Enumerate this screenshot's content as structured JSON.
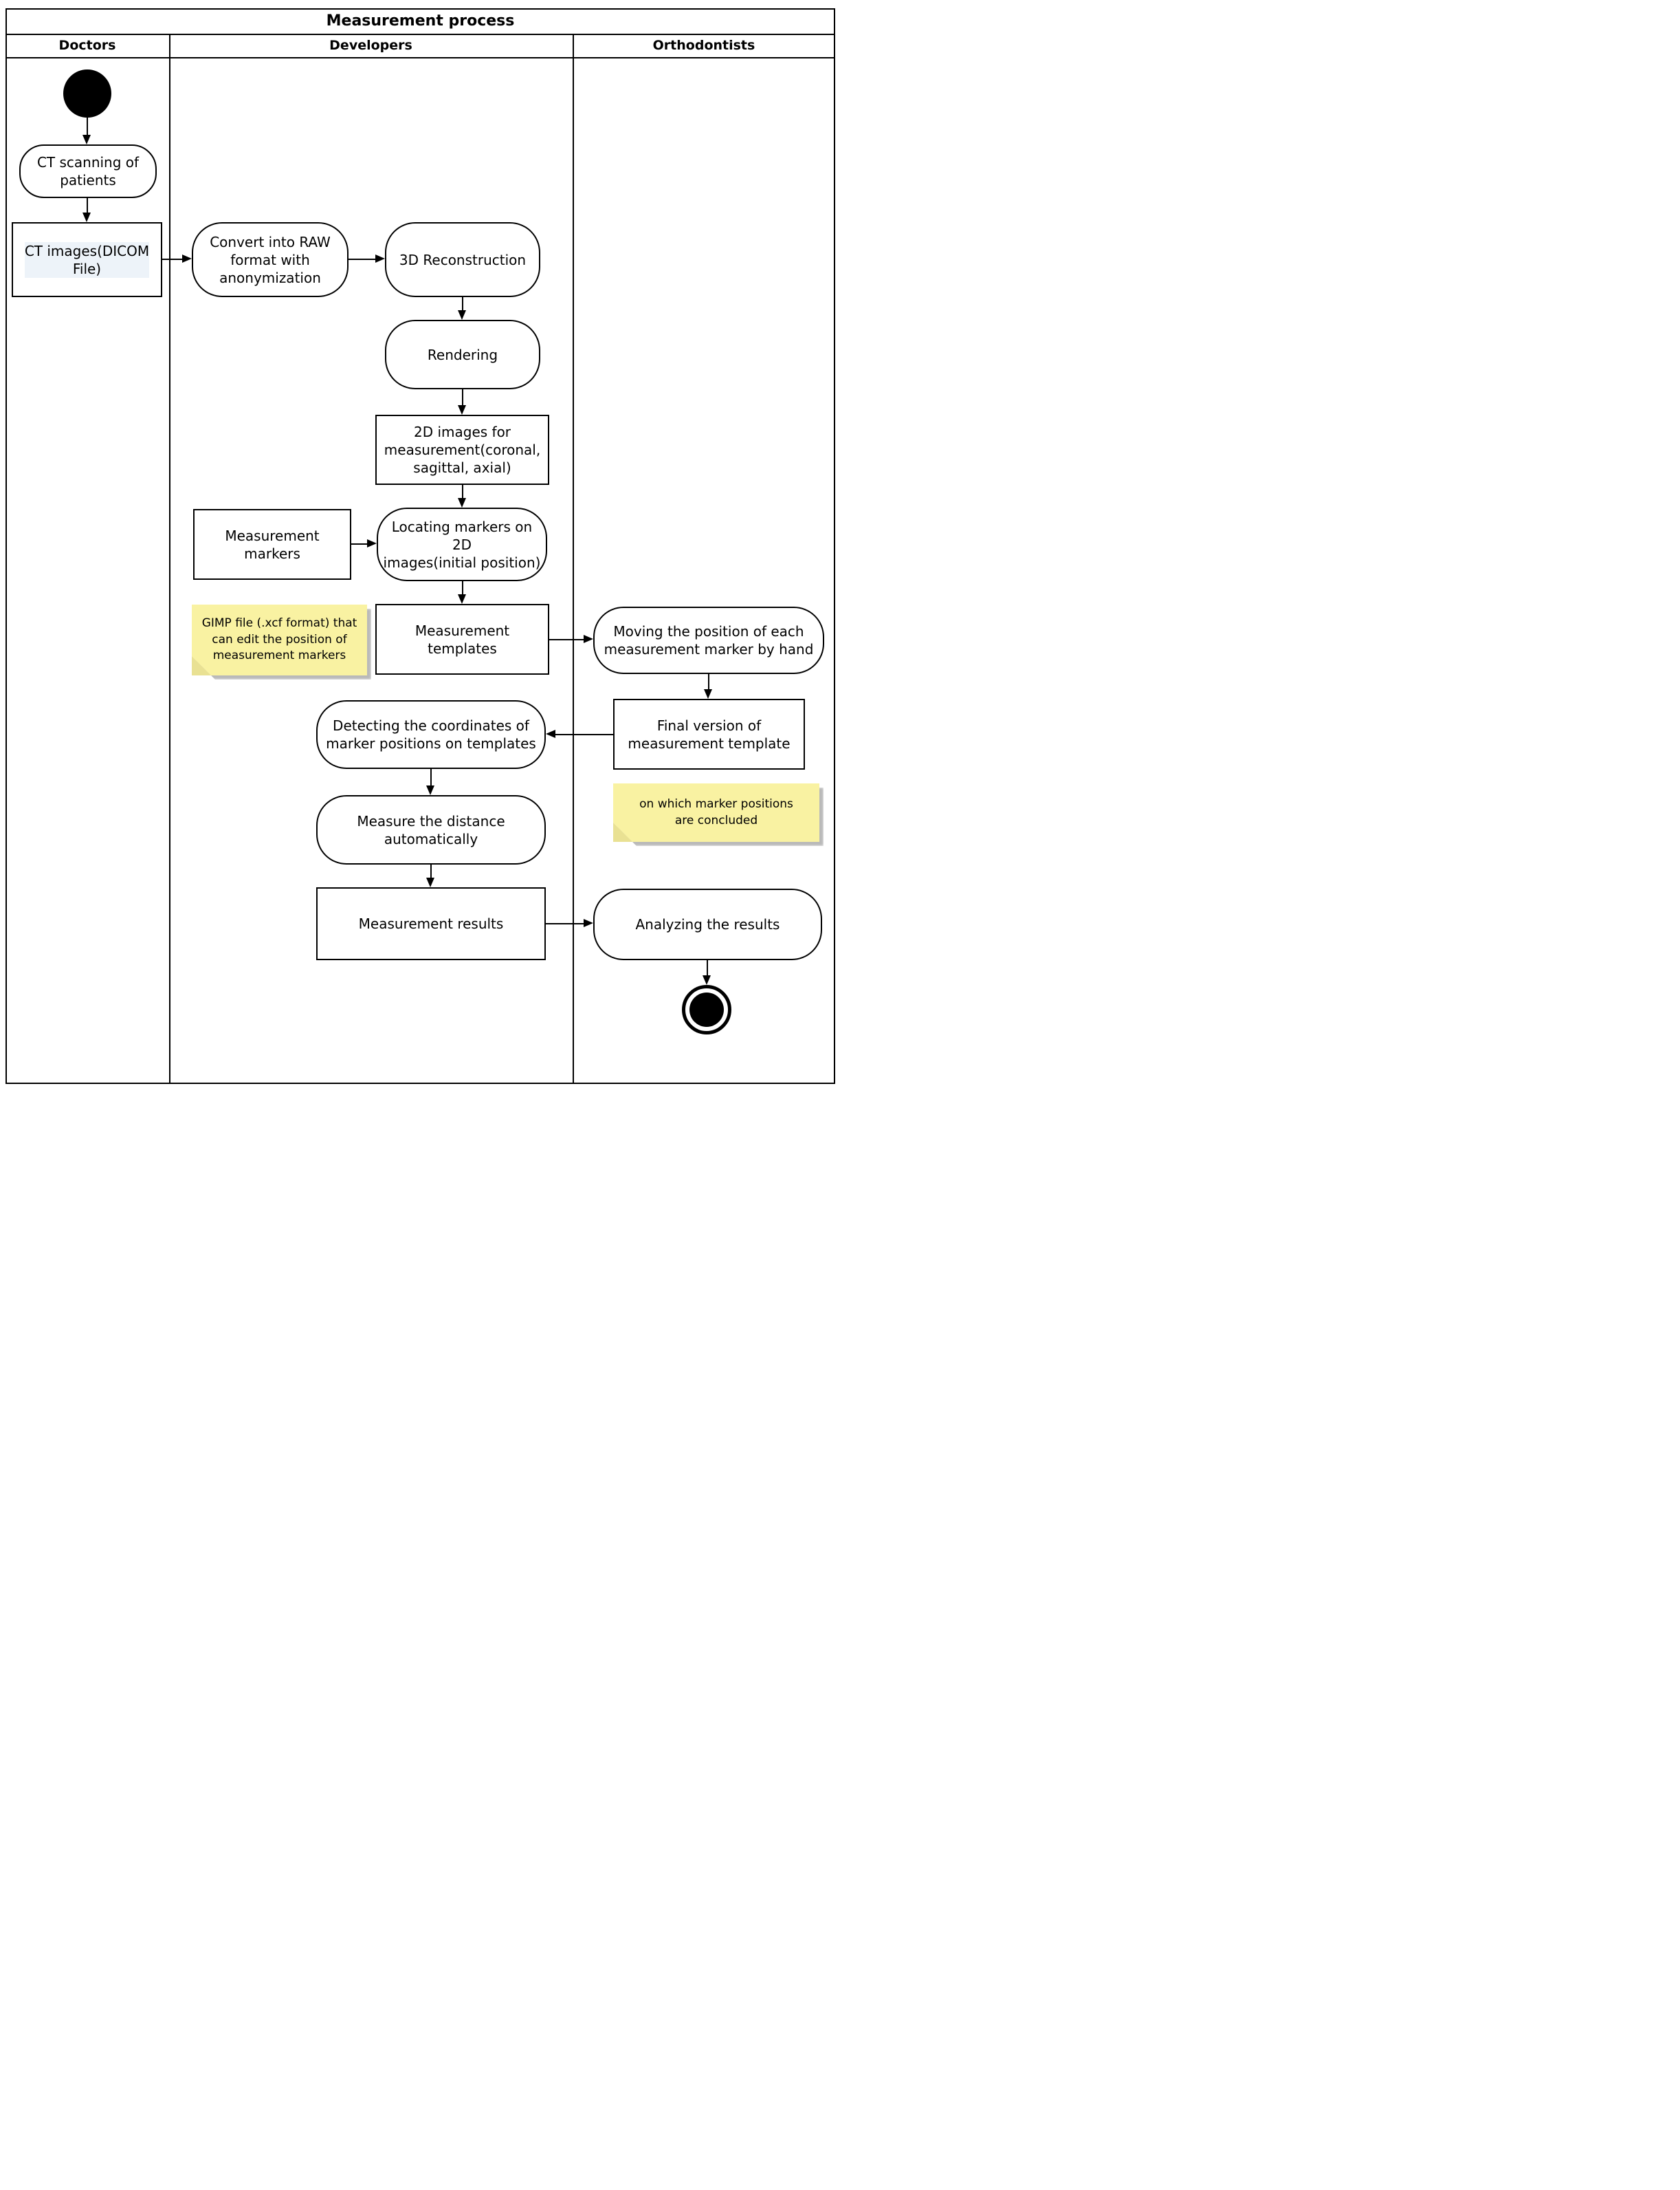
{
  "diagram": {
    "title": "Measurement process",
    "lanes": {
      "doctors": "Doctors",
      "developers": "Developers",
      "orthodontists": "Orthodontists"
    },
    "nodes": {
      "ct_scanning": "CT scanning of\npatients",
      "ct_images": "CT images(DICOM\nFile)",
      "convert_raw": "Convert into RAW\nformat with\nanonymization",
      "reconstruction_3d": "3D Reconstruction",
      "rendering": "Rendering",
      "images_2d": "2D images for\nmeasurement(coronal,\nsagittal, axial)",
      "measurement_markers": "Measurement\nmarkers",
      "locating_markers": "Locating markers on 2D\nimages(initial position)",
      "measurement_templates": "Measurement templates",
      "moving_position": "Moving the position of each\nmeasurement marker by hand",
      "final_version": "Final version of\nmeasurement template",
      "detecting_coordinates": "Detecting the coordinates of\nmarker positions on templates",
      "measure_distance": "Measure the distance\nautomatically",
      "measurement_results": "Measurement results",
      "analyzing_results": "Analyzing the results"
    },
    "notes": {
      "gimp_note": "GIMP file (.xcf format) that\ncan edit the position of\nmeasurement markers",
      "concluded_note": "on which marker positions\nare concluded"
    }
  },
  "colors": {
    "note_fill": "#f9f2a2",
    "note_fold": "#e9e193",
    "note_shadow": "#b9b9b9",
    "highlight": "#edf3f9",
    "line": "#000000"
  }
}
